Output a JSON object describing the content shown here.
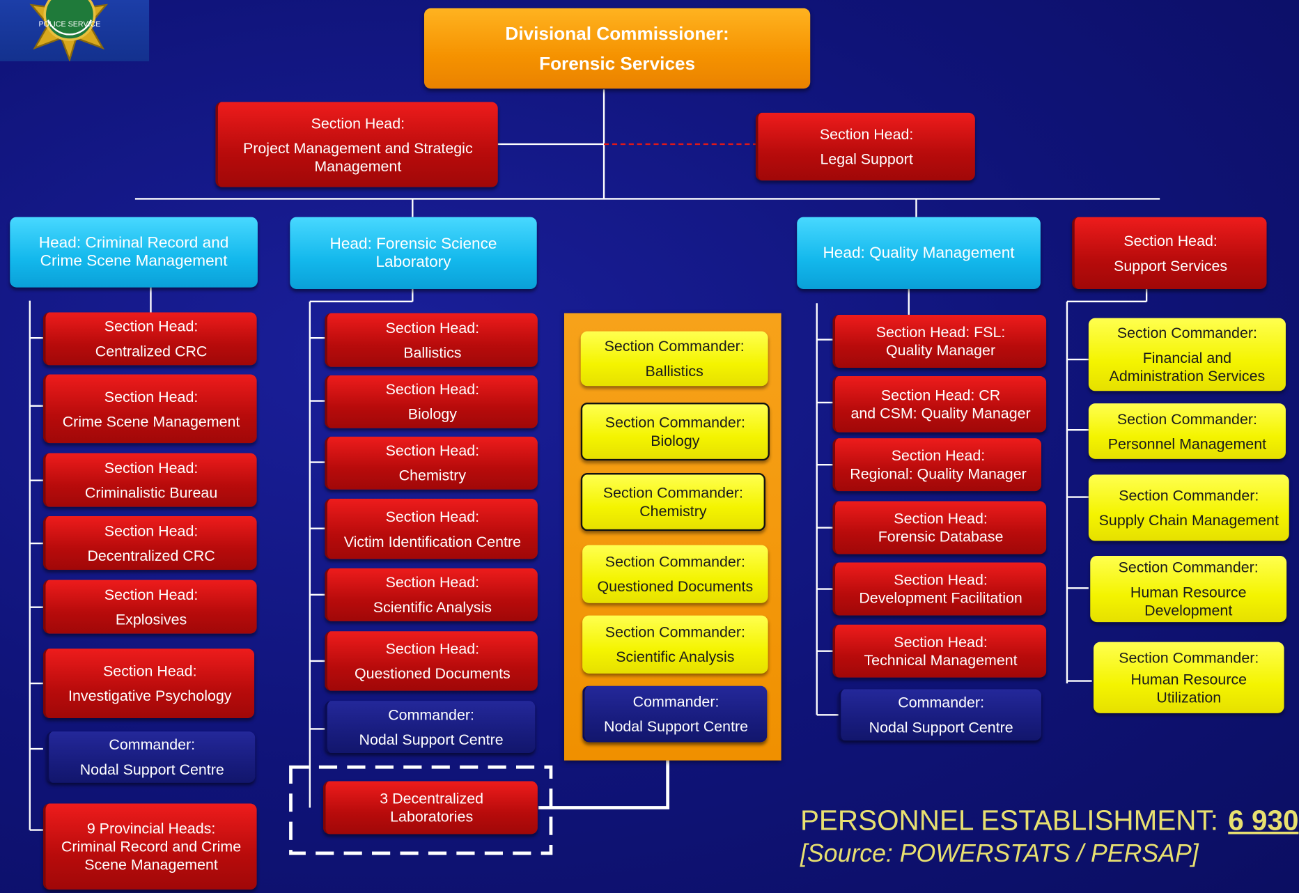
{
  "top": {
    "line1": "Divisional Commissioner:",
    "line2": "Forensic Services"
  },
  "staff": {
    "project": {
      "line1": "Section Head:",
      "line2": "Project Management and Strategic Management"
    },
    "legal": {
      "line1": "Section Head:",
      "line2": "Legal Support"
    }
  },
  "heads": {
    "crc": "Head: Criminal Record and Crime Scene Management",
    "fsl": "Head: Forensic Science Laboratory",
    "quality": "Head: Quality Management",
    "support": {
      "line1": "Section Head:",
      "line2": "Support Services"
    }
  },
  "col1": [
    {
      "line1": "Section Head:",
      "line2": "Centralized CRC"
    },
    {
      "line1": "Section Head:",
      "line2": "Crime Scene Management"
    },
    {
      "line1": "Section Head:",
      "line2": "Criminalistic Bureau"
    },
    {
      "line1": "Section Head:",
      "line2": "Decentralized CRC"
    },
    {
      "line1": "Section Head:",
      "line2": "Explosives"
    },
    {
      "line1": "Section Head:",
      "line2": "Investigative Psychology"
    },
    {
      "line1": "Commander:",
      "line2": "Nodal Support Centre"
    },
    {
      "line1": "9 Provincial Heads:",
      "line2": "Criminal Record and Crime Scene Management"
    }
  ],
  "col2": [
    {
      "line1": "Section Head:",
      "line2": "Ballistics"
    },
    {
      "line1": "Section Head:",
      "line2": "Biology"
    },
    {
      "line1": "Section Head:",
      "line2": "Chemistry"
    },
    {
      "line1": "Section Head:",
      "line2": "Victim Identification Centre"
    },
    {
      "line1": "Section Head:",
      "line2": "Scientific Analysis"
    },
    {
      "line1": "Section Head:",
      "line2": "Questioned Documents"
    },
    {
      "line1": "Commander:",
      "line2": "Nodal Support Centre"
    },
    {
      "line1": "3  Decentralized",
      "line2": "Laboratories"
    }
  ],
  "col3": [
    {
      "line1": "Section Commander:",
      "line2": "Ballistics"
    },
    {
      "line1": "Section Commander:",
      "line2": "Biology"
    },
    {
      "line1": "Section Commander:",
      "line2": "Chemistry"
    },
    {
      "line1": "Section Commander:",
      "line2": "Questioned Documents"
    },
    {
      "line1": "Section Commander:",
      "line2": "Scientific Analysis"
    },
    {
      "line1": "Commander:",
      "line2": "Nodal Support Centre"
    }
  ],
  "col4": [
    {
      "line1": "Section Head: FSL:",
      "line2": "Quality Manager"
    },
    {
      "line1": "Section Head: CR",
      "line2": "and CSM: Quality Manager"
    },
    {
      "line1": "Section Head:",
      "line2": "Regional: Quality Manager"
    },
    {
      "line1": "Section Head:",
      "line2": "Forensic Database"
    },
    {
      "line1": "Section Head:",
      "line2": "Development Facilitation"
    },
    {
      "line1": "Section Head:",
      "line2": "Technical Management"
    },
    {
      "line1": "Commander:",
      "line2": "Nodal Support Centre"
    }
  ],
  "col5": [
    {
      "line1": "Section Commander:",
      "line2": "Financial and Administration Services"
    },
    {
      "line1": "Section Commander:",
      "line2": "Personnel Management"
    },
    {
      "line1": "Section Commander:",
      "line2": "Supply Chain Management"
    },
    {
      "line1": "Section Commander:",
      "line2": "Human Resource Development"
    },
    {
      "line1": "Section Commander:",
      "line2": "Human Resource Utilization"
    }
  ],
  "footer": {
    "personnel_label": "PERSONNEL ESTABLISHMENT:",
    "personnel_value": "6 930",
    "source": "[Source: POWERSTATS / PERSAP]"
  },
  "logo": {
    "text": "POLICE SERVICE"
  }
}
